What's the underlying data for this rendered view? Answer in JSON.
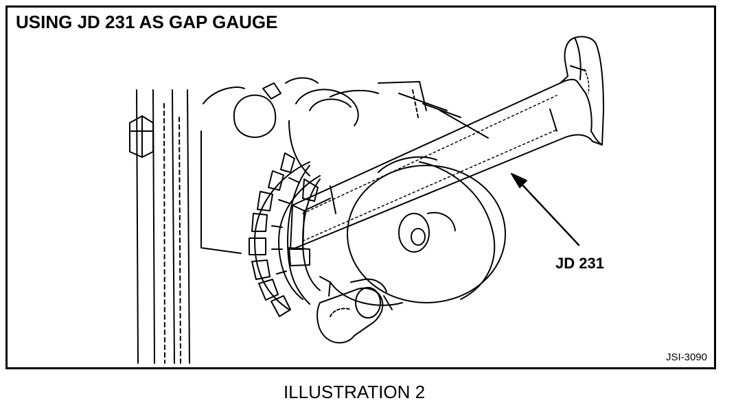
{
  "figure": {
    "title": "USING JD 231 AS GAP GAUGE",
    "tool_label": "JD 231",
    "figure_code": "JSI-3090"
  },
  "caption": "ILLUSTRATION 2",
  "colors": {
    "ink": "#000000",
    "paper": "#ffffff"
  }
}
